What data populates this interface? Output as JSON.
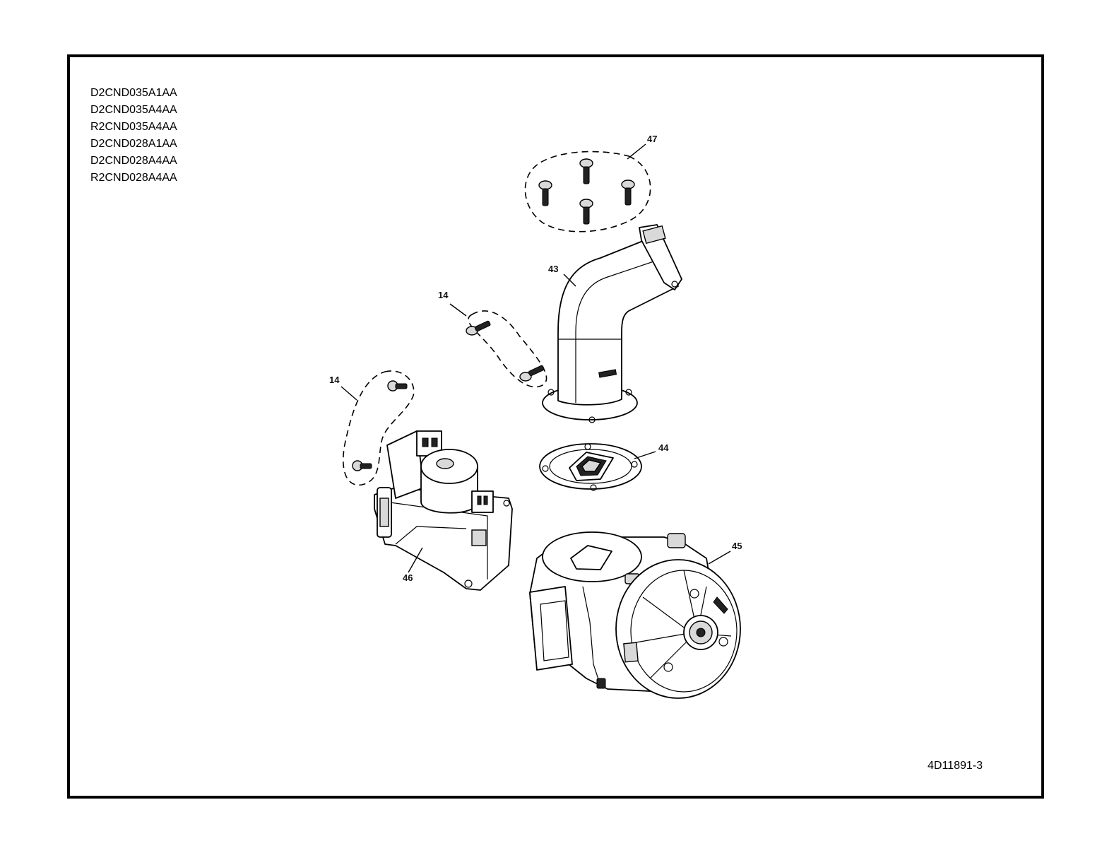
{
  "models": [
    "D2CND035A1AA",
    "D2CND035A4AA",
    "R2CND035A4AA",
    "D2CND028A1AA",
    "D2CND028A4AA",
    "R2CND028A4AA"
  ],
  "document_number": "4D11891-3",
  "callouts": {
    "screws_group": "47",
    "vent_elbow": "43",
    "elbow_screws": "14",
    "valve_screws": "14",
    "gasket": "44",
    "inducer_blower": "45",
    "gas_valve": "46"
  },
  "colors": {
    "line": "#000000",
    "background": "#ffffff",
    "shade": "#d9d9d9"
  }
}
